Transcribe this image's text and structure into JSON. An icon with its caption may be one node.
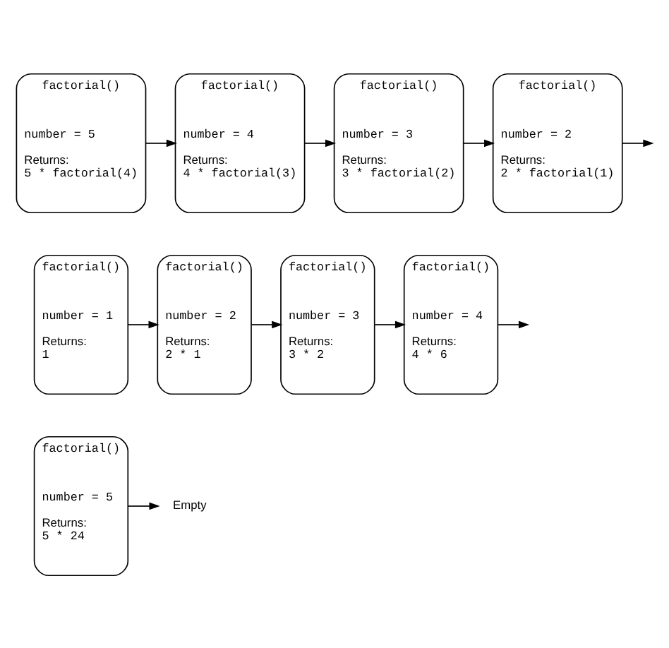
{
  "diagram": {
    "nodes": [
      {
        "text": [
          "factorial()",
          "number = 5",
          "Returns:",
          "5 * factorial(4)"
        ]
      },
      {
        "text": [
          "factorial()",
          "number = 4",
          "Returns:",
          "4 * factorial(3)"
        ]
      },
      {
        "text": [
          "factorial()",
          "number = 3",
          "Returns:",
          "3 * factorial(2)"
        ]
      },
      {
        "text": [
          "factorial()",
          "number = 2",
          "Returns:",
          "2 * factorial(1)"
        ]
      },
      {
        "text": [
          "factorial()",
          "number = 1",
          "Returns:",
          "1"
        ]
      },
      {
        "text": [
          "factorial()",
          "number = 2",
          "Returns:",
          "2 * 1"
        ]
      },
      {
        "text": [
          "factorial()",
          "number = 3",
          "Returns:",
          "3 * 2"
        ]
      },
      {
        "text": [
          "factorial()",
          "number = 4",
          "Returns:",
          "4 * 6"
        ]
      },
      {
        "text": [
          "factorial()",
          "number = 5",
          "Returns:",
          "5 * 24"
        ]
      },
      {
        "text": [
          "Empty"
        ]
      }
    ],
    "edges": [
      {
        "from": 0,
        "to": 1,
        "arrow": "to"
      },
      {
        "from": 1,
        "to": 2,
        "arrow": "to"
      },
      {
        "from": 2,
        "to": 3,
        "arrow": "to"
      },
      {
        "from": 3,
        "to": null,
        "arrow": "to"
      },
      {
        "from": 4,
        "to": 5,
        "arrow": "to"
      },
      {
        "from": 5,
        "to": 6,
        "arrow": "to"
      },
      {
        "from": 6,
        "to": 7,
        "arrow": "to"
      },
      {
        "from": 7,
        "to": null,
        "arrow": "to"
      },
      {
        "from": 8,
        "to": 9,
        "arrow": "to"
      }
    ]
  }
}
